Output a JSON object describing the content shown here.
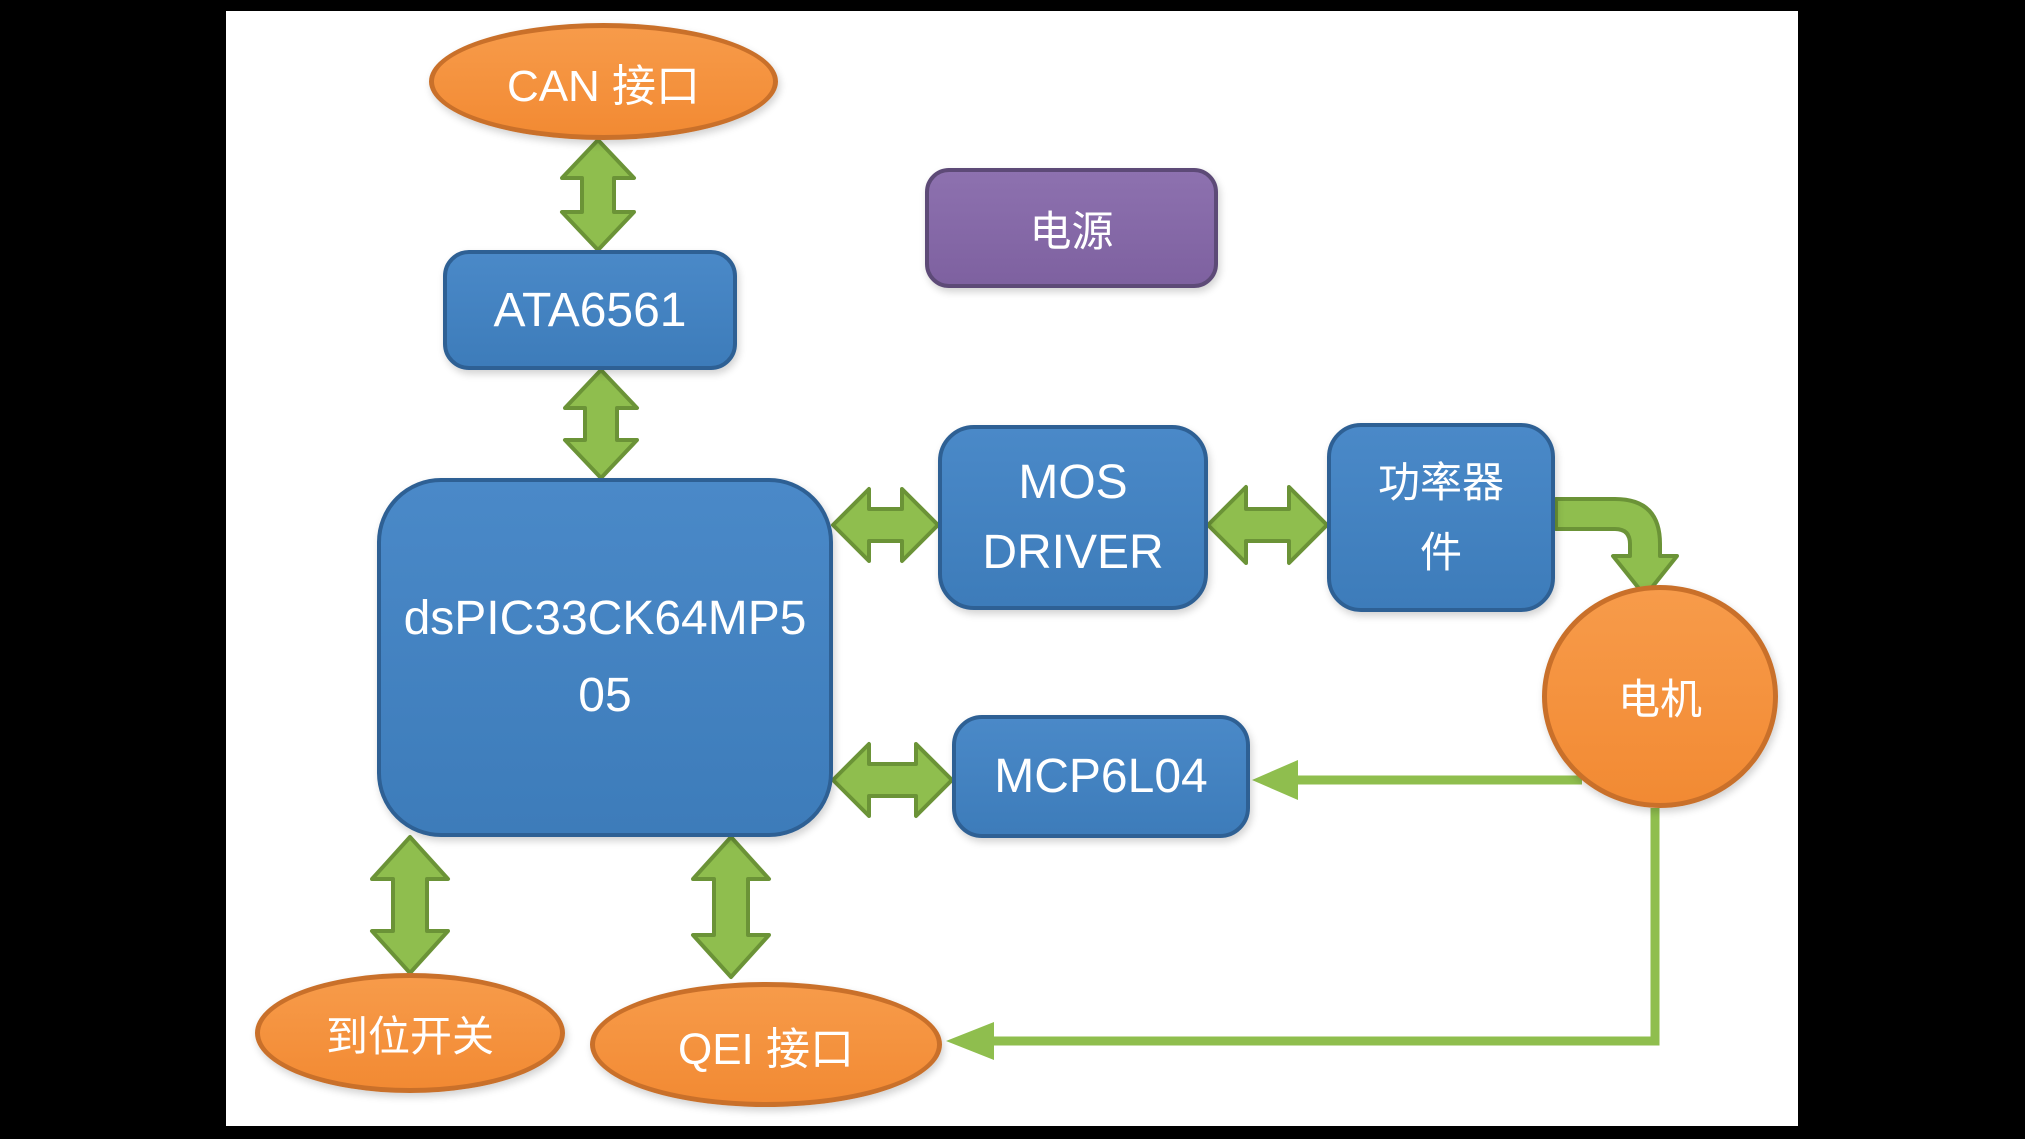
{
  "slide": {
    "background": "#ffffff",
    "letterbox": "#000000"
  },
  "colors": {
    "blue_fill": "#3E7CBA",
    "blue_border": "#2E6094",
    "orange_fill": "#F28A33",
    "orange_border": "#C9702A",
    "purple_fill": "#7E61A0",
    "purple_border": "#5D4A77",
    "green_arrow_fill": "#8FBE4E",
    "green_arrow_border": "#6B9337",
    "label_text": "#FFFFFF"
  },
  "nodes": {
    "can_interface": {
      "label": "CAN 接口",
      "shape": "ellipse",
      "color": "orange"
    },
    "power": {
      "label": "电源",
      "shape": "rounded-rect",
      "color": "purple"
    },
    "ata6561": {
      "label": "ATA6561",
      "shape": "rounded-rect",
      "color": "blue"
    },
    "mcu": {
      "lines": [
        "dsPIC33CK64MP5",
        "05"
      ],
      "shape": "rounded-rect",
      "color": "blue"
    },
    "mos_driver": {
      "lines": [
        "MOS",
        "DRIVER"
      ],
      "shape": "rounded-rect",
      "color": "blue"
    },
    "power_devices": {
      "lines": [
        "功率器",
        "件"
      ],
      "shape": "rounded-rect",
      "color": "blue"
    },
    "motor": {
      "label": "电机",
      "shape": "circle",
      "color": "orange"
    },
    "mcp6l04": {
      "label": "MCP6L04",
      "shape": "rounded-rect",
      "color": "blue"
    },
    "limit_switch": {
      "label": "到位开关",
      "shape": "ellipse",
      "color": "orange"
    },
    "qei_interface": {
      "label": "QEI 接口",
      "shape": "ellipse",
      "color": "orange"
    }
  },
  "connections": [
    {
      "from": "CAN 接口",
      "to": "ATA6561",
      "type": "double-arrow"
    },
    {
      "from": "ATA6561",
      "to": "dsPIC33CK64MP505",
      "type": "double-arrow"
    },
    {
      "from": "dsPIC33CK64MP505",
      "to": "MOS DRIVER",
      "type": "double-arrow"
    },
    {
      "from": "MOS DRIVER",
      "to": "功率器件",
      "type": "double-arrow"
    },
    {
      "from": "功率器件",
      "to": "电机",
      "type": "elbow-arrow"
    },
    {
      "from": "dsPIC33CK64MP505",
      "to": "MCP6L04",
      "type": "double-arrow"
    },
    {
      "from": "电机",
      "to": "MCP6L04",
      "type": "line-arrow"
    },
    {
      "from": "dsPIC33CK64MP505",
      "to": "到位开关",
      "type": "double-arrow"
    },
    {
      "from": "dsPIC33CK64MP505",
      "to": "QEI 接口",
      "type": "double-arrow"
    },
    {
      "from": "电机",
      "to": "QEI 接口",
      "type": "line-arrow"
    }
  ]
}
